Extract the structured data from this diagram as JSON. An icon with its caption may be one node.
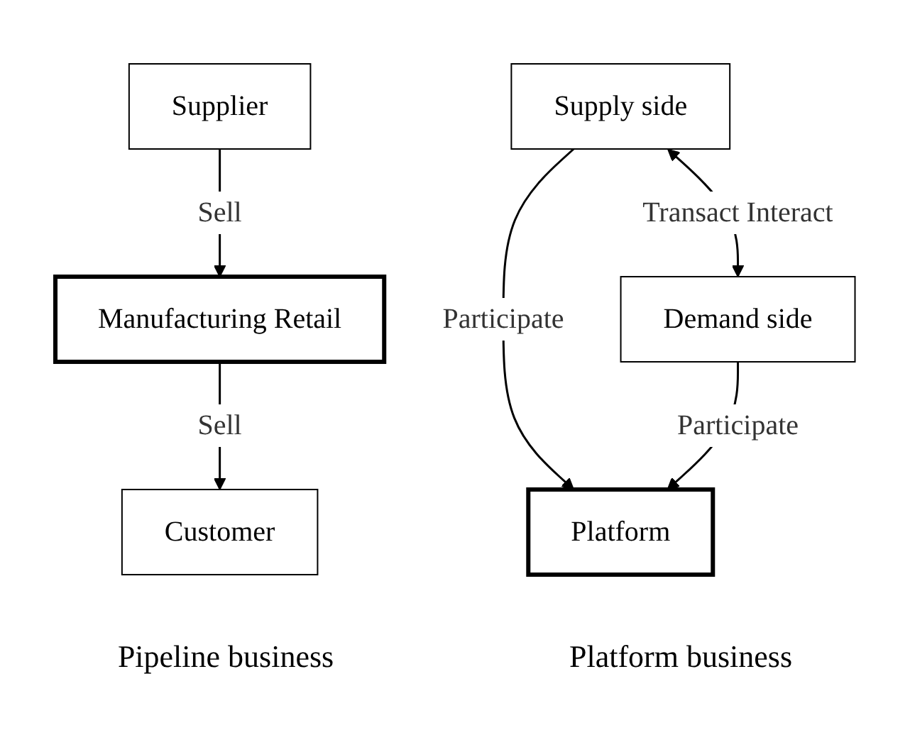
{
  "diagram": {
    "nodes": [
      {
        "text": [
          "Supplier"
        ]
      },
      {
        "text": [
          "Manufacturing Retail"
        ]
      },
      {
        "text": [
          "Customer"
        ]
      },
      {
        "text": [
          "Supply side"
        ]
      },
      {
        "text": [
          "Platform"
        ]
      },
      {
        "text": [
          "Demand side"
        ]
      }
    ],
    "edges": [
      {
        "from": 0,
        "to": 1,
        "arrow": "to",
        "label": "Sell"
      },
      {
        "from": 1,
        "to": 2,
        "arrow": "to",
        "label": "Sell"
      },
      {
        "from": 3,
        "to": 4,
        "arrow": "to",
        "label": "Participate"
      },
      {
        "from": 5,
        "to": 4,
        "arrow": "to",
        "label": "Participate"
      },
      {
        "from": 3,
        "to": 5,
        "arrow": "both",
        "label": "Transact Interact"
      }
    ],
    "labels": [
      "Pipeline business",
      "Platform business"
    ]
  }
}
